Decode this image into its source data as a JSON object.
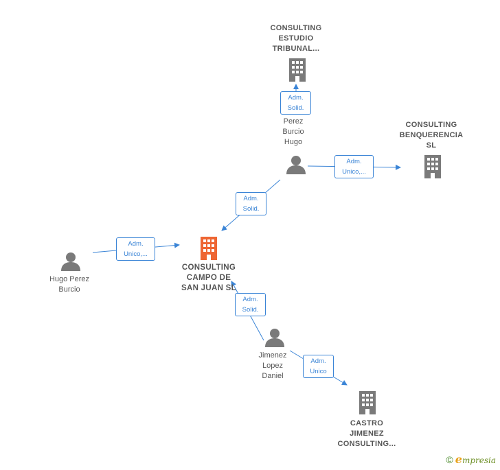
{
  "colors": {
    "edge": "#3a84d6",
    "company": "#7a7a7a",
    "company_main": "#ee6633",
    "person": "#7a7a7a"
  },
  "nodes": {
    "consulting_estudio": {
      "label": "CONSULTING\nESTUDIO\nTRIBUNAL...",
      "icon": "building-icon"
    },
    "consulting_benquerencia": {
      "label": "CONSULTING\nBENQUERENCIA\nSL",
      "icon": "building-icon"
    },
    "consulting_campo": {
      "label": "CONSULTING\nCAMPO DE\nSAN JUAN  SL",
      "icon": "building-icon"
    },
    "castro_jimenez": {
      "label": "CASTRO\nJIMENEZ\nCONSULTING...",
      "icon": "building-icon"
    },
    "perez_burcio_hugo": {
      "label": "Perez\nBurcio\nHugo",
      "icon": "person-icon"
    },
    "hugo_perez_burcio": {
      "label": "Hugo Perez\nBurcio",
      "icon": "person-icon"
    },
    "jimenez_lopez_daniel": {
      "label": "Jimenez\nLopez\nDaniel",
      "icon": "person-icon"
    }
  },
  "edges": {
    "e1": {
      "label": "Adm.\nSolid."
    },
    "e2": {
      "label": "Adm.\nUnico,..."
    },
    "e3": {
      "label": "Adm.\nSolid."
    },
    "e4": {
      "label": "Adm.\nUnico,..."
    },
    "e5": {
      "label": "Adm.\nSolid."
    },
    "e6": {
      "label": "Adm.\nUnico"
    }
  },
  "footer": {
    "copyright": "©",
    "brand_initial": "e",
    "brand_rest": "mpresia"
  }
}
